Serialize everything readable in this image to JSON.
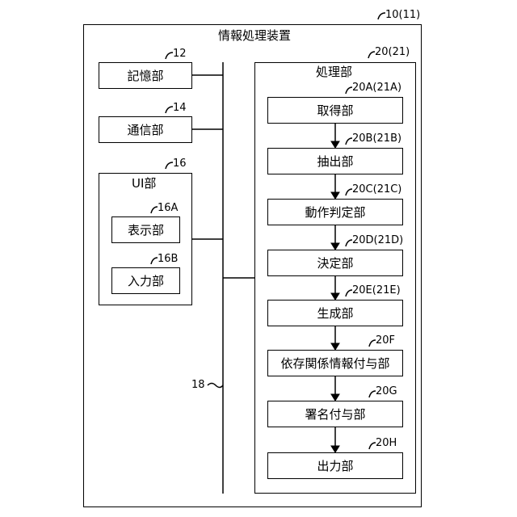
{
  "device": {
    "title": "情報処理装置",
    "ref": "10(11)"
  },
  "storage": {
    "label": "記憶部",
    "ref": "12"
  },
  "comm": {
    "label": "通信部",
    "ref": "14"
  },
  "ui": {
    "label": "UI部",
    "ref": "16",
    "display": {
      "label": "表示部",
      "ref": "16A"
    },
    "input": {
      "label": "入力部",
      "ref": "16B"
    }
  },
  "bus": {
    "ref": "18"
  },
  "processor": {
    "label": "処理部",
    "ref": "20(21)",
    "units": [
      {
        "label": "取得部",
        "ref": "20A(21A)"
      },
      {
        "label": "抽出部",
        "ref": "20B(21B)"
      },
      {
        "label": "動作判定部",
        "ref": "20C(21C)"
      },
      {
        "label": "決定部",
        "ref": "20D(21D)"
      },
      {
        "label": "生成部",
        "ref": "20E(21E)"
      },
      {
        "label": "依存関係情報付与部",
        "ref": "20F"
      },
      {
        "label": "署名付与部",
        "ref": "20G"
      },
      {
        "label": "出力部",
        "ref": "20H"
      }
    ]
  }
}
